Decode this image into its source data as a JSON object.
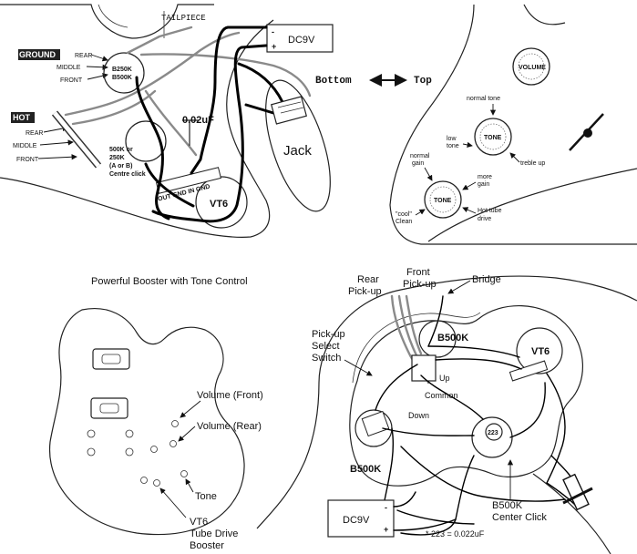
{
  "top_left": {
    "tailpiece": "TAILPIECE",
    "battery": "DC9V",
    "plus": "+",
    "minus": "-",
    "ground": "GROUND",
    "ground_rear": "REAR",
    "ground_middle": "MIDDLE",
    "ground_front": "FRONT",
    "pot_top_a": "B250K",
    "pot_top_b": "B500K",
    "hot": "HOT",
    "hot_rear": "REAR",
    "hot_middle": "MIDDLE",
    "hot_front": "FRONT",
    "cap": "0.02uF",
    "jack": "Jack",
    "pot_mid_a": "500K or",
    "pot_mid_b": "250K",
    "pot_mid_c": "(A or B)",
    "pot_mid_d": "Centre click",
    "terminals": "OUT GND IN GND",
    "vt": "VT6"
  },
  "top_right": {
    "orientation_left": "Bottom",
    "orientation_right": "Top",
    "volume": "VOLUME",
    "tone1": "TONE",
    "tone2": "TONE",
    "normal_tone": "normal tone",
    "low_tone_a": "low",
    "low_tone_b": "tone",
    "treble_up": "treble up",
    "normal_gain_a": "normal",
    "normal_gain_b": "gain",
    "more_gain_a": "more",
    "more_gain_b": "gain",
    "cool_clean_a": "\"cool\"",
    "cool_clean_b": "Clean",
    "hot_tube_a": "Hot tube",
    "hot_tube_b": "drive"
  },
  "bottom_left": {
    "title": "Powerful Booster with Tone Control",
    "volume_front": "Volume (Front)",
    "volume_rear": "Volume (Rear)",
    "tone": "Tone",
    "vt_a": "VT6",
    "vt_b": "Tube Drive",
    "vt_c": "Booster"
  },
  "bottom_right": {
    "rear_a": "Rear",
    "rear_b": "Pick-up",
    "front_a": "Front",
    "front_b": "Pick-up",
    "bridge": "Bridge",
    "switch_a": "Pick-up",
    "switch_b": "Select",
    "switch_c": "Switch",
    "b500k_top": "B500K",
    "vt": "VT6",
    "up": "Up",
    "common": "Common",
    "down": "Down",
    "cap": "223",
    "b500k_left": "B500K",
    "b500k_center_a": "B500K",
    "b500k_center_b": "Center Click",
    "battery": "DC9V",
    "minus": "-",
    "plus": "+",
    "cap_note": "* 223 = 0.022uF"
  }
}
